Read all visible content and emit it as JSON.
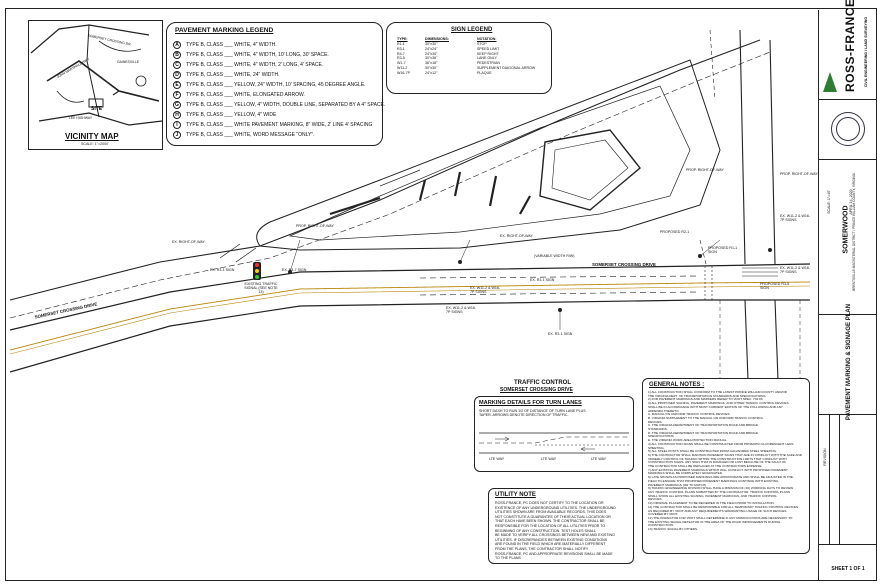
{
  "vicinity_map": {
    "title": "VICINITY MAP",
    "scale": "SCALE: 1\"=2000'",
    "site_label": "SITE",
    "roads": [
      "SOMERSET CROSSING DR",
      "JOHN MARSHALL HWY",
      "GAINESVILLE",
      "LEE HIGHWAY"
    ]
  },
  "pavement_legend": {
    "title": "PAVEMENT MARKING LEGEND",
    "items": [
      {
        "key": "A",
        "text": "TYPE B, CLASS ___ WHITE, 4\" WIDTH."
      },
      {
        "key": "B",
        "text": "TYPE B, CLASS ___ WHITE, 4\" WIDTH, 10' LONG, 30' SPACE."
      },
      {
        "key": "C",
        "text": "TYPE B, CLASS ___ WHITE, 4\" WIDTH, 2' LONG, 4' SPACE."
      },
      {
        "key": "D",
        "text": "TYPE B, CLASS ___ WHITE, 24\" WIDTH."
      },
      {
        "key": "E",
        "text": "TYPE B, CLASS ___ YELLOW, 24\" WIDTH, 10' SPACING, 45 DEGREE ANGLE."
      },
      {
        "key": "F",
        "text": "TYPE B, CLASS ___ WHITE, ELONGATED ARROW."
      },
      {
        "key": "G",
        "text": "TYPE B, CLASS ___ YELLOW, 4\" WIDTH, DOUBLE LINE, SEPARATED BY A 4\" SPACE."
      },
      {
        "key": "H",
        "text": "TYPE B, CLASS ___ YELLOW, 4\" WIDE"
      },
      {
        "key": "I",
        "text": "TYPE B, CLASS ___ WHITE PAVEMENT MARKING, 8\" WIDE, 2' LINE 4' SPACING"
      },
      {
        "key": "J",
        "text": "TYPE B, CLASS ___ WHITE, WORD MESSAGE \"ONLY\"."
      }
    ]
  },
  "sign_legend": {
    "title": "SIGN LEGEND",
    "headers": [
      "TYPE:",
      "DIMENSIONS:",
      "NOTATION:"
    ],
    "rows": [
      [
        "R1-1",
        "30\"x30\"",
        "STOP"
      ],
      [
        "R3-1",
        "24\"x24\"",
        "SPEED LIMIT"
      ],
      [
        "R4-7",
        "24\"x30\"",
        "KEEP RIGHT"
      ],
      [
        "R3-5",
        "30\"x36\"",
        "LANE ONLY"
      ],
      [
        "W1-7",
        "36\"x18\"",
        "PEDESTRIAN"
      ],
      [
        "W11-2",
        "30\"x30\"",
        "SUPPLEMENT DIAGONAL ARROW"
      ],
      [
        "W16-7P",
        "24\"x12\"",
        "PLAQUE"
      ]
    ]
  },
  "plan_labels": {
    "right_of_way_a": "EX. RIGHT-OF-WAY",
    "right_of_way_b": "PROP. RIGHT-OF-WAY",
    "road_name": "SOMERSET CROSSING DRIVE",
    "road_sub": "(VARIABLE WIDTH R/W)",
    "existing_signal": "EXISTING TRAFFIC SIGNAL (SEE NOTE 13)",
    "sign_r3_1": "EX. R3-1 SIGN",
    "sign_r4_7": "EX. R4-7 SIGN",
    "sign_w11_2": "EX. W11-2 & W16-7P SIGNS",
    "speed_limit": "PROPOSED R2-1",
    "prop_r1_1": "PROPOSED R1-1 SIGN",
    "prop_r3_5": "PROPOSED R3-5 SIGN"
  },
  "traffic_control": {
    "title": "TRAFFIC CONTROL",
    "subtitle": "SOMERSET CROSSING DRIVE"
  },
  "marking_details": {
    "title": "MARKING DETAILS FOR TURN LANES",
    "text": "SHORT DASH TO RUN 1/2 OF DISTANCE OF TURN LANE PLUS TAPER. ARROWS DENOTE DIRECTION OF TRAFFIC.",
    "lane_labels": [
      "LTE WAY",
      "LTE WAY",
      "LTE WAY"
    ]
  },
  "utility_note": {
    "title": "UTILITY NOTE",
    "lines": [
      "ROSS-FRANCE, PC DOES NOT CERTIFY TO THE LOCATION OR",
      "EXISTENCE OF ANY UNDERGROUND UTILITIES. THE UNDERGROUND",
      "UTILITIES SHOWN ARE FROM AVAILABLE RECORDS. THIS DOES",
      "NOT CONSTITUTE A GUARANTEE OF THEIR ACTUAL LOCATION OR",
      "THAT EACH HAVE BEEN SHOWN. THE CONTRACTOR SHALL BE",
      "RESPONSIBLE FOR THE LOCATION OF ALL UTILITIES PRIOR TO",
      "BEGINNING OF ANY CONSTRUCTION. TEST HOLES SHALL",
      "BE MADE TO VERIFY ALL CROSSINGS BETWEEN NEW AND EXISTING",
      "UTILITIES. IF DISCREPANCIES BETWEEN EXISTING CONDITIONS",
      "ARE FOUND IN THE FIELD WHICH ARE MATERIALLY DIFFERENT",
      "FROM THE PLANS, THE CONTRACTOR SHALL NOTIFY",
      "ROSS-FRANCE, PC AND APPROPRIATE REVISIONS SHALL BE MADE",
      "TO THE PLANS."
    ]
  },
  "general_notes": {
    "title": "GENERAL NOTES :",
    "items": [
      "1)  ALL CONSTRUCTION SHALL CONFORM TO THE LATEST PRINCE WILLIAM COUNTY AND/OR",
      "     THE VIRGINIA DEPT. OF TRANSPORTATION STANDARDS AND SPECIFICATIONS.",
      "2)  FOR PAVEMENT MARKINGS AND MARKERS REFER TO VDOT SPEC. 704.03.",
      "3)  ALL PROPOSED SIGNING, PAVEMENT MARKINGS, AND OTHER TRAFFIC CONTROL DEVICES",
      "     SHALL BE IN ACCORDANCE WITH MOST CURRENT EDITION OF THE FOLLOWING AND ANY",
      "     ADDENDA THERETO:",
      "     A. MANUAL ON UNIFORM TRAFFIC CONTROL DEVICES.",
      "     B. VIRGINIA SUPPLEMENT TO THE MANUAL ON UNIFORM TRAFFIC CONTROL",
      "         DEVICES.",
      "     C. THE VIRGINIA DEPARTMENT OF TRANSPORTATION ROAD AND BRIDGE",
      "         STANDARDS.",
      "     D. THE VIRGINIA DEPARTMENT OF TRANSPORTATION ROAD AND BRIDGE",
      "         SPECIFICATIONS.",
      "     E. THE VIRGINIA WORK AREA PROTECTION MANUAL.",
      "4)  ALL CONSTRUCTION SIGNS SHALL BE CONSTRUCTED FROM PRISMATIC FLUORESCENT LENS",
      "     SHEETING.",
      "5)  ALL STEEL POSTS SHALL BE CONSTRUCTED FROM GALVANIZED STEEL SHEETING.",
      "6)  THE CONTRACTOR SHALL MAINTAIN PAVEMENT SIGNS THAT ARE IN CONFLICT WITH THE SAFE AND",
      "     ORDERLY CONTROL OF TRAFFIC WITHIN THE CONSTRUCTION LIMITS THAT CONFLICT WITH",
      "     CONSTRUCTION SIGNS. ANY SIGN THAT IS DAMAGED OR LOST BECAUSE OF THE FAULT OF",
      "     THE CONTRACTOR SHALL BE REPLACED AT THE CONTRACTORS EXPENSE.",
      "7)  ANY EXISTING PAVEMENT MARKINGS WHICH WILL CONFLICT WITH PROPOSED PAVEMENT",
      "     MARKINGS SHALL BE COMPLETELY ERADICATED.",
      "8)  LATE SHOWN AS PROPOSED MARKINGS ARE APPROXIMATE AND SHALL BE ADJUSTED IN THE",
      "     FIELD TO ENSURE THAT PROPOSED PAVEMENT MARKINGS CONTINUE WITH EXISTING",
      "     PAVEMENT MARKINGS (OR TO MATCH).",
      "9)  TRAFFIC ENGINEERING DIVISION SHALL HAVE A MINIMUM OF (10) WORKING DAYS TO REVIEW",
      "     ANY TRAFFIC CONTROL PLANS SUBMITTED BY THE CONTRACTOR. TRAFFIC CONTROL PLANS",
      "     SHALL SHOW ALL EXISTING SIGNING, PAVEMENT MARKINGS, AND TRAFFIC CONTROL",
      "     DEVICES.",
      "10) ORIGINAL PLACEMENT TO BE REVIEWED IN THE FIELD PRIOR TO INSTALLATION.",
      "11) THE CONTRACTOR SHALL BE RESPONSIBLE FOR ALL TEMPORARY TRAFFIC CONTROL DEVICES",
      "     AS REQUIRED BY VDOT AND ANY REQUIREMENTS WARRANTING USAGE OF SUCH DEVICES",
      "     COVERED BY VDOT.",
      "12) THE INSPECTOR FOR VDOT SHALL DETERMINE IF ANY MODIFICATIONS ARE NECESSARY TO",
      "     THE EXISTING SIGNAL DETECTOR IN THE AREA OF THE ROAD IMPROVEMENTS DURING",
      "     CONSTRUCTION.",
      "13) TRAFFIC SIGNAL BY OTHERS."
    ]
  },
  "title_block": {
    "firm_name": "ROSS-FRANCE",
    "firm_sub": "CIVIL ENGINEERING / LAND SURVEYING",
    "project": "SOMERWOOD",
    "location": "BRENTSVILLE MAGISTERIAL DISTRICT / PRINCE WILLIAM COUNTY, VIRGINIA",
    "scale": "SCALE: 1\"=40'",
    "date": "APRIL 14, 2020",
    "sheet_title": "PAVEMENT MARKING & SIGNAGE PLAN",
    "revision_label": "REVISION",
    "sheet": "SHEET 1 OF 1"
  }
}
